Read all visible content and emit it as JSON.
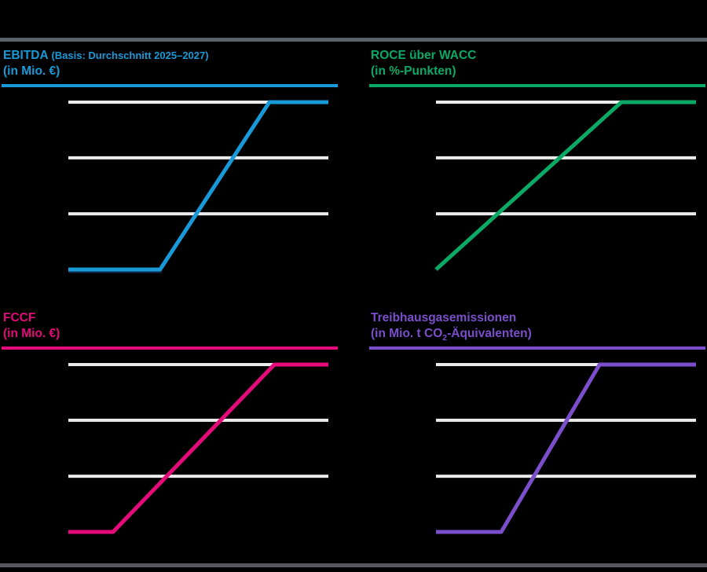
{
  "page": {
    "background": "#000000",
    "top_rule_color": "#5a626a",
    "bottom_rule_color": "#55595e"
  },
  "chart_data": [
    {
      "id": "ebitda",
      "type": "line",
      "title": "EBITDA",
      "title_note": "(Basis: Durchschnitt 2025–2027)",
      "subtitle_parts": {
        "pre": "(in Mio. €)",
        "sub": "",
        "post": ""
      },
      "color": "#189ad8",
      "gridline_color": "#ebebeb",
      "grid_values": [
        0.333,
        0.667,
        1
      ],
      "points": [
        [
          0,
          0
        ],
        [
          0.353,
          0
        ],
        [
          0.773,
          1
        ],
        [
          1,
          1
        ]
      ],
      "baseline_shadow": {
        "color": "#0d2747",
        "end_frac": 0.36
      },
      "axis_tick_labels": "none",
      "legend": "none",
      "grid": "horizontal-only",
      "value_scale": "relative 0-1 (no numeric labels shown)"
    },
    {
      "id": "roce",
      "type": "line",
      "title": "ROCE über WACC",
      "title_note": "",
      "subtitle_parts": {
        "pre": "(in %-Punkten)",
        "sub": "",
        "post": ""
      },
      "color": "#0aa966",
      "gridline_color": "#ebebeb",
      "grid_values": [
        0.333,
        0.667,
        1
      ],
      "points": [
        [
          0,
          0
        ],
        [
          0.713,
          1
        ],
        [
          1,
          1
        ]
      ],
      "axis_tick_labels": "none",
      "legend": "none",
      "grid": "horizontal-only",
      "value_scale": "relative 0-1 (no numeric labels shown)"
    },
    {
      "id": "fccf",
      "type": "line",
      "title": "FCCF",
      "title_note": "",
      "subtitle_parts": {
        "pre": "(in Mio. €)",
        "sub": "",
        "post": ""
      },
      "color": "#e50a7a",
      "gridline_color": "#ebebeb",
      "grid_values": [
        0.333,
        0.667,
        1
      ],
      "points": [
        [
          0,
          0
        ],
        [
          0.172,
          0
        ],
        [
          0.792,
          1
        ],
        [
          1,
          1
        ]
      ],
      "axis_tick_labels": "none",
      "legend": "none",
      "grid": "horizontal-only",
      "value_scale": "relative 0-1 (no numeric labels shown)"
    },
    {
      "id": "treibhausgasemissionen",
      "type": "line",
      "title": "Treibhausgasemissionen",
      "title_note": "",
      "subtitle_parts": {
        "pre": "(in Mio. t CO",
        "sub": "2",
        "post": "-Äquivalenten)"
      },
      "color": "#7b4ecb",
      "gridline_color": "#ebebeb",
      "grid_values": [
        0.333,
        0.667,
        1
      ],
      "points": [
        [
          0,
          0
        ],
        [
          0.251,
          0
        ],
        [
          0.629,
          1
        ],
        [
          1,
          1
        ]
      ],
      "axis_tick_labels": "none",
      "legend": "none",
      "grid": "horizontal-only",
      "value_scale": "relative 0-1 (no numeric labels shown)"
    }
  ]
}
